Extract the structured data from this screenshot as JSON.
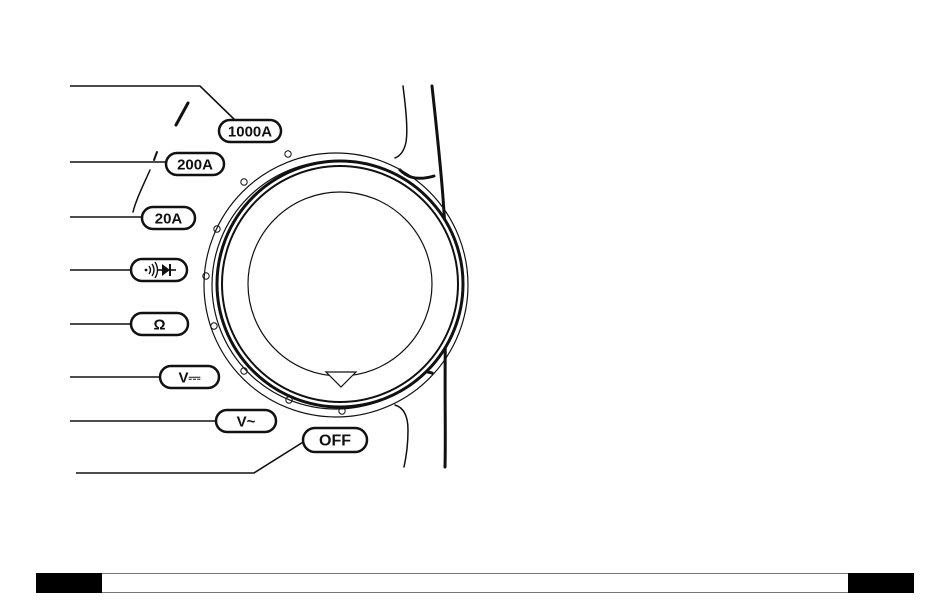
{
  "diagram": {
    "subject": "rotary-function-selector-dial",
    "positions": [
      {
        "label": "1000A"
      },
      {
        "label": "200A"
      },
      {
        "label": "20A"
      },
      {
        "label": "continuity-diode",
        "icon": "continuity-diode-icon"
      },
      {
        "label": "Ω"
      },
      {
        "label": "V⎓"
      },
      {
        "label": "V~"
      },
      {
        "label": "OFF"
      }
    ],
    "pointer": "triangle-pointer-icon",
    "colors": {
      "ink": "#111111",
      "background": "#ffffff"
    }
  }
}
